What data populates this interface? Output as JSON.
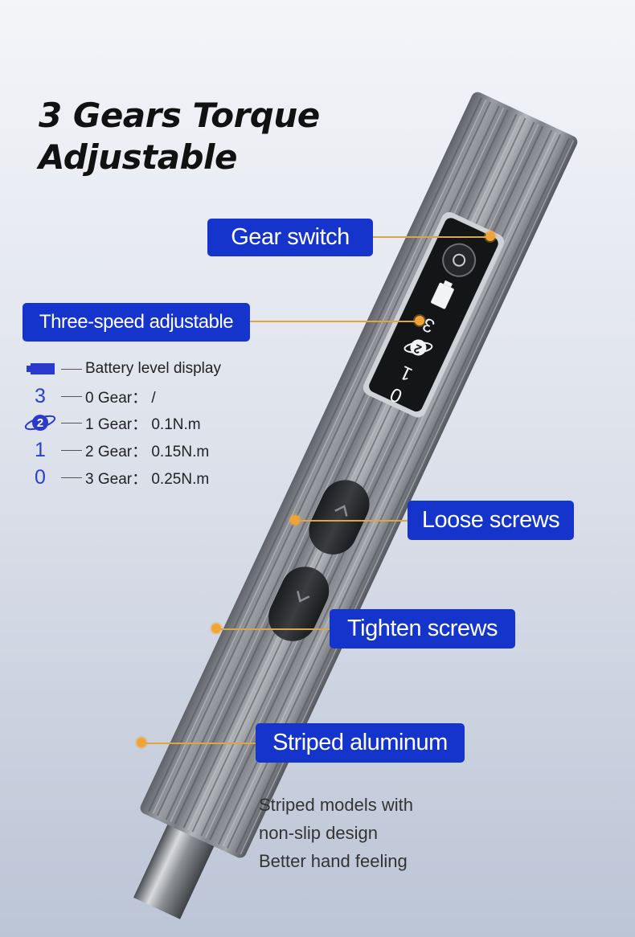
{
  "title": {
    "line1": "3 Gears Torque",
    "line2": "Adjustable"
  },
  "callouts": {
    "gear_switch": "Gear switch",
    "three_speed": "Three-speed adjustable",
    "loose": "Loose screws",
    "tighten": "Tighten screws",
    "striped": "Striped aluminum"
  },
  "display_digits": [
    "3",
    "2",
    "1",
    "0"
  ],
  "legend": [
    {
      "symbol": "battery-icon",
      "text": "Battery level display"
    },
    {
      "symbol": "3",
      "text": "0 Gear： /"
    },
    {
      "symbol": "2",
      "text": "1 Gear： 0.1N.m"
    },
    {
      "symbol": "1",
      "text": "2 Gear： 0.15N.m"
    },
    {
      "symbol": "0",
      "text": "3 Gear： 0.25N.m"
    }
  ],
  "description": [
    "Striped models with",
    "non-slip design",
    "Better hand feeling"
  ],
  "colors": {
    "accent": "#1434cc",
    "leader": "#e0a441",
    "legend_symbol": "#2b3fd0"
  }
}
